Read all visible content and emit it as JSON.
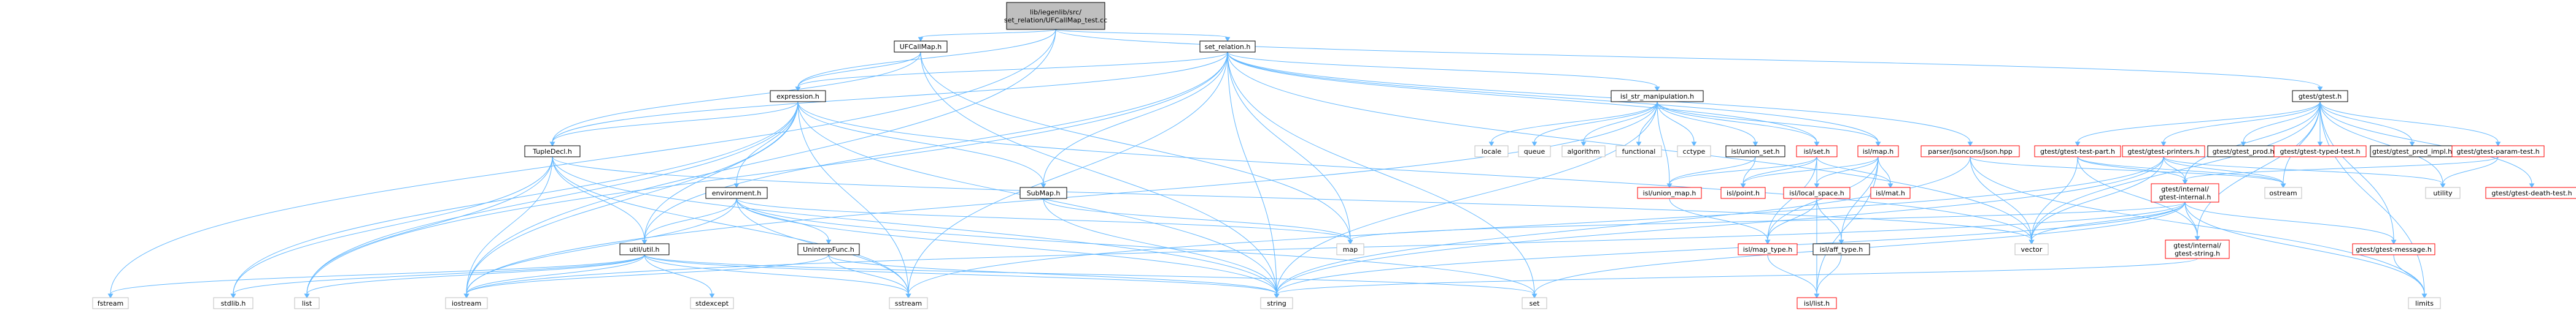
{
  "title": "lib/isl_relation/set_relation/UFCallMap_test.cc",
  "colors": {
    "edge": "#63b8ff",
    "root_fill": "#bfbfbf",
    "node_border_black": "#000000",
    "node_border_red": "#ff0000",
    "node_border_gray": "#bfbfbf"
  },
  "nodes": {
    "root": "lib/iegenlib/src/set_relation/UFCallMap_test.cc",
    "ufcallmap": "UFCallMap.h",
    "setrel": "set_relation.h",
    "gtest": "gtest/gtest.h",
    "expression": "expression.h",
    "islstr": "isl_str_manipulation.h",
    "tupledecl": "TupleDecl.h",
    "environment": "environment.h",
    "submap": "SubMap.h",
    "uninterp": "UninterpFunc.h",
    "util": "util/util.h",
    "stdexcept": "stdexcept",
    "stdlib": "stdlib.h",
    "list": "list",
    "iostream": "iostream",
    "sstream": "sstream",
    "string": "string",
    "set": "set",
    "map": "map",
    "vector": "vector",
    "fstream": "fstream",
    "locale": "locale",
    "queue": "queue",
    "algorithm": "algorithm",
    "functional": "functional",
    "cctype": "cctype",
    "isl_union_set": "isl/union_set.h",
    "isl_set": "isl/set.h",
    "isl_map": "isl/map.h",
    "isl_union_map": "isl/union_map.h",
    "isl_point": "isl/point.h",
    "isl_local_space": "isl/local_space.h",
    "isl_mat": "isl/mat.h",
    "isl_map_type": "isl/map_type.h",
    "isl_aff_type": "isl/aff_type.h",
    "isl_list": "isl/list.h",
    "json": "parser/jsoncons/json.hpp",
    "gtest_test_part": "gtest/gtest-test-part.h",
    "gtest_printers": "gtest/gtest-printers.h",
    "gtest_prod": "gtest/gtest_prod.h",
    "gtest_typed_test": "gtest/gtest-typed-test.h",
    "gtest_pred_impl": "gtest/gtest_pred_impl.h",
    "gtest_param_test": "gtest/gtest-param-test.h",
    "gtest_death_test": "gtest/gtest-death-test.h",
    "gtest_internal": "gtest/internal/gtest-internal.h",
    "gtest_string": "gtest/internal/gtest-string.h",
    "gtest_message": "gtest/gtest-message.h",
    "ostream": "ostream",
    "utility": "utility",
    "limits": "limits"
  }
}
